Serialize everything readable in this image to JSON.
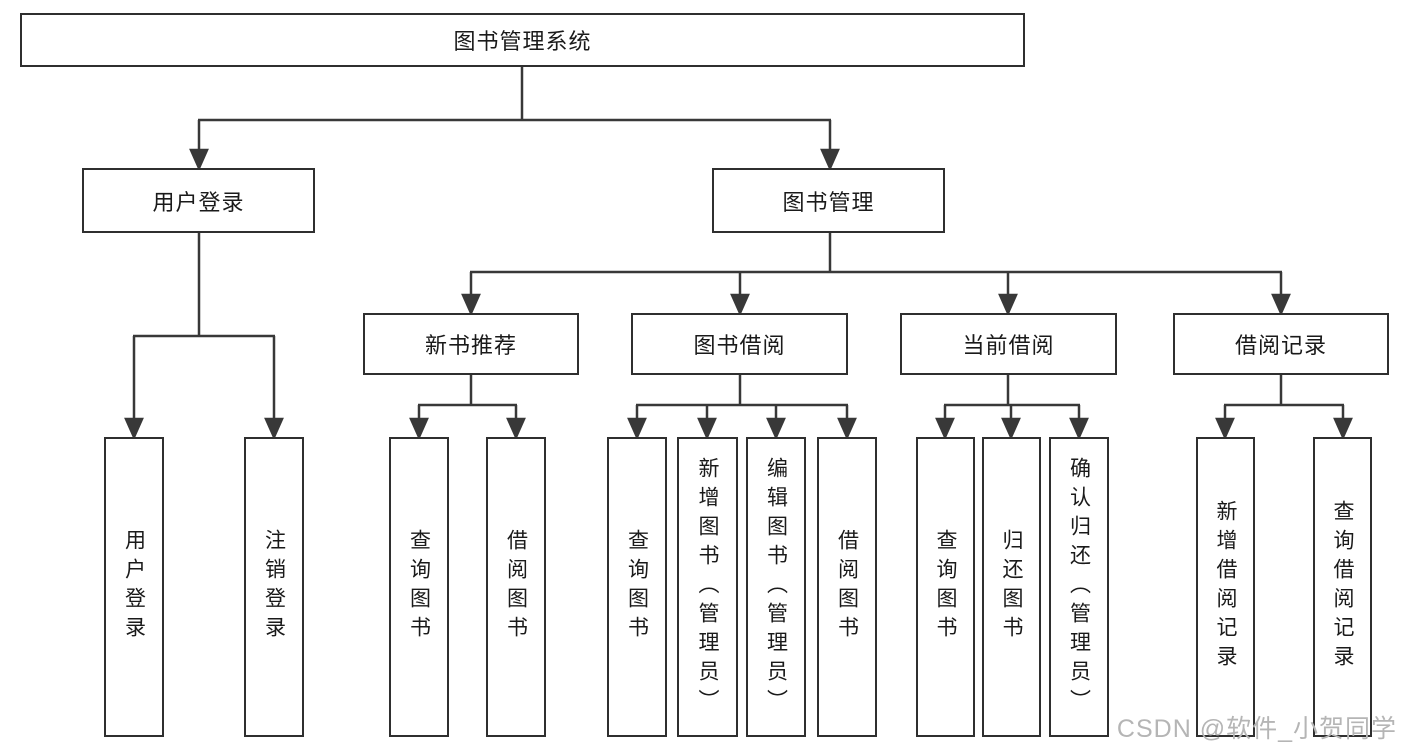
{
  "diagram": {
    "root": {
      "label": "图书管理系统"
    },
    "user_login": {
      "label": "用户登录",
      "children": [
        {
          "label": "用户登录"
        },
        {
          "label": "注销登录"
        }
      ]
    },
    "book_mgmt": {
      "label": "图书管理",
      "children": [
        {
          "label": "新书推荐",
          "children": [
            {
              "label": "查询图书"
            },
            {
              "label": "借阅图书"
            }
          ]
        },
        {
          "label": "图书借阅",
          "children": [
            {
              "label": "查询图书"
            },
            {
              "label": "新增图书（管理员）"
            },
            {
              "label": "编辑图书（管理员）"
            },
            {
              "label": "借阅图书"
            }
          ]
        },
        {
          "label": "当前借阅",
          "children": [
            {
              "label": "查询图书"
            },
            {
              "label": "归还图书"
            },
            {
              "label": "确认归还（管理员）"
            }
          ]
        },
        {
          "label": "借阅记录",
          "children": [
            {
              "label": "新增借阅记录"
            },
            {
              "label": "查询借阅记录"
            }
          ]
        }
      ]
    },
    "watermark": "CSDN @软件_小贺同学",
    "colors": {
      "line": "#383838",
      "text": "#1a1a1a",
      "box_border": "#2f2f2f",
      "watermark": "#b5b5b5",
      "background": "#ffffff"
    }
  }
}
